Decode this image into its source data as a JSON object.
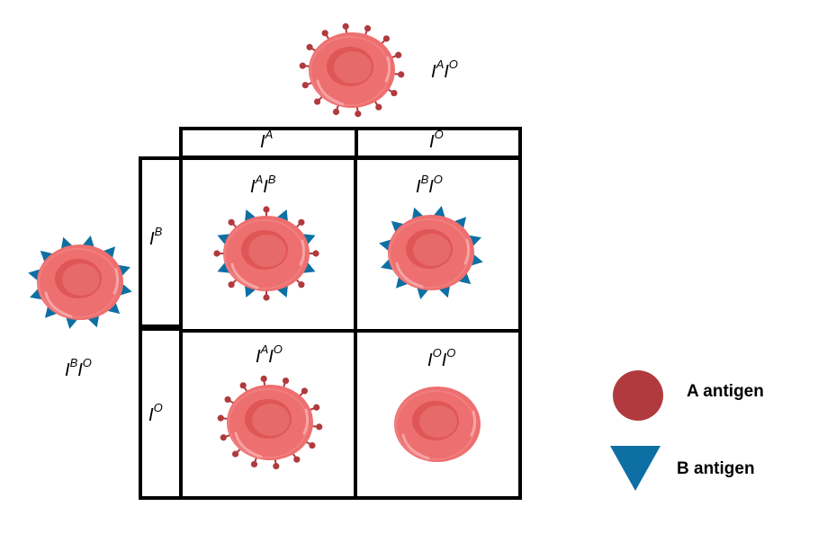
{
  "parent_top": {
    "allele1": "A",
    "allele2": "O"
  },
  "parent_left": {
    "allele1": "B",
    "allele2": "O"
  },
  "column_headers": [
    {
      "allele": "A"
    },
    {
      "allele": "O"
    }
  ],
  "row_headers": [
    {
      "allele": "B"
    },
    {
      "allele": "O"
    }
  ],
  "offspring": [
    {
      "allele1": "A",
      "allele2": "B",
      "antigens": [
        "A",
        "B"
      ]
    },
    {
      "allele1": "B",
      "allele2": "O",
      "antigens": [
        "B"
      ]
    },
    {
      "allele1": "A",
      "allele2": "O",
      "antigens": [
        "A"
      ]
    },
    {
      "allele1": "O",
      "allele2": "O",
      "antigens": []
    }
  ],
  "gene_letter": "I",
  "legend": {
    "a_antigen_label": "A antigen",
    "b_antigen_label": "B antigen"
  },
  "colors": {
    "cell_fill": "#ee6f6f",
    "cell_center": "#e05555",
    "a_antigen": "#b03a3d",
    "b_antigen": "#0d6fa3",
    "grid": "#000000"
  }
}
